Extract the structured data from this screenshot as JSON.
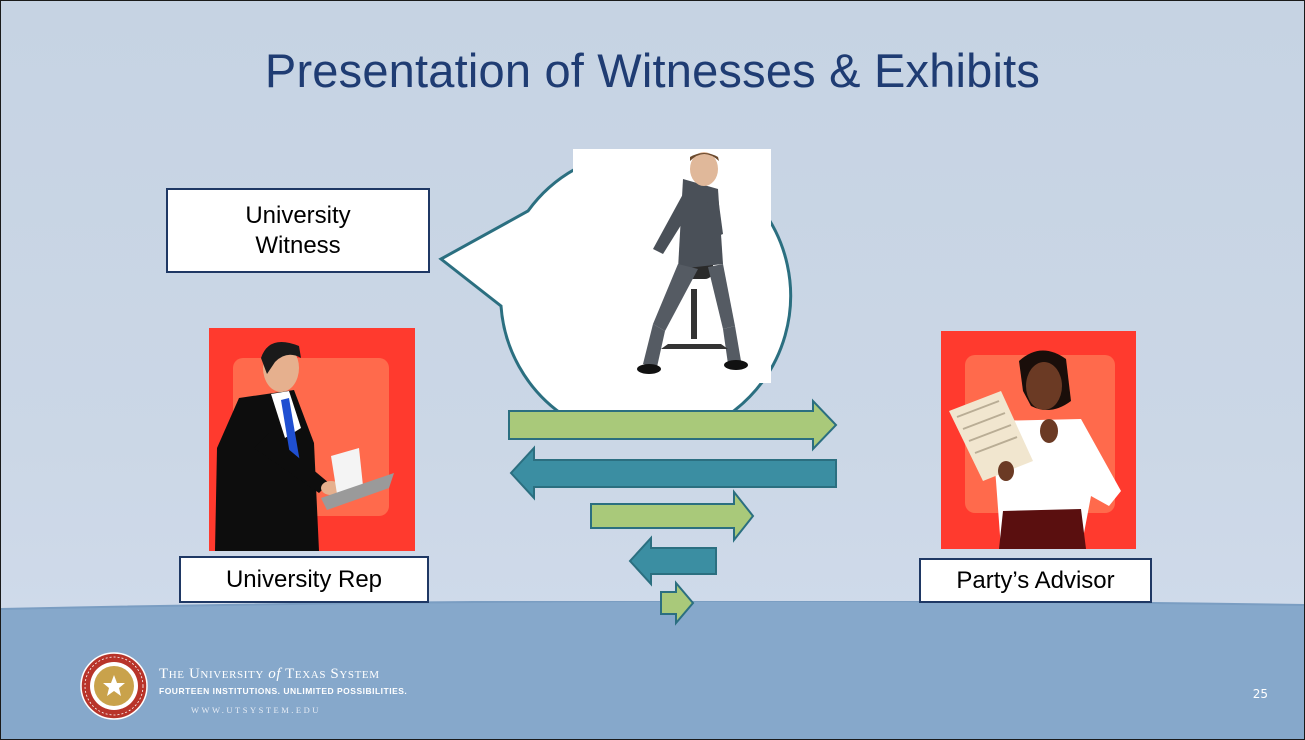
{
  "slide": {
    "title": "Presentation of Witnesses & Exhibits",
    "page_number": "25"
  },
  "labels": {
    "witness": "University Witness",
    "rep": "University Rep",
    "advisor": "Party’s Advisor"
  },
  "footer": {
    "institution": "The University of Texas System",
    "tagline": "FOURTEEN INSTITUTIONS. UNLIMITED POSSIBILITIES.",
    "website": "WWW.UTSYSTEM.EDU"
  },
  "colors": {
    "title": "#1f3c73",
    "arrow_green": "#a9c97a",
    "arrow_teal": "#3b8ea2",
    "footer_band": "#86a8cb",
    "photo_red": "#ff3a2e"
  },
  "icons": {
    "arrows": [
      "arrow-right-icon",
      "arrow-left-icon",
      "arrow-right-icon",
      "arrow-left-icon",
      "arrow-right-icon"
    ],
    "seal": "ut-seal-icon"
  }
}
